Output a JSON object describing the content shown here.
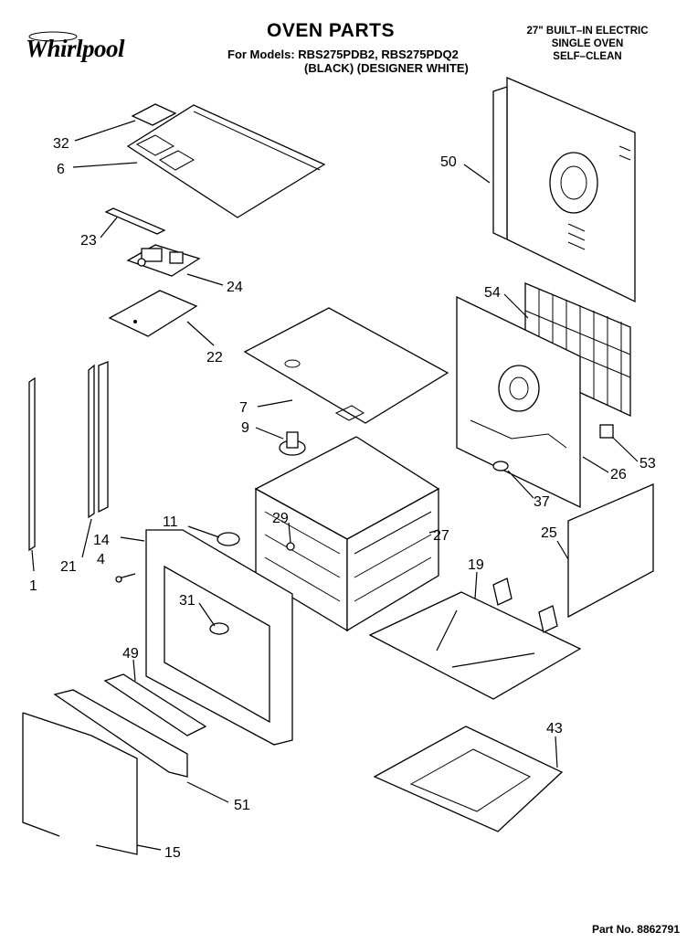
{
  "header": {
    "brand": "Whirlpool",
    "title": "OVEN PARTS",
    "models_line": "For Models: RBS275PDB2, RBS275PDQ2",
    "colors_line": "(BLACK)  (DESIGNER WHITE)",
    "oven_type": "27\" BUILT–IN ELECTRIC",
    "oven_subtype": "SINGLE OVEN",
    "oven_clean": "SELF–CLEAN"
  },
  "footer": {
    "part_no": "Part No. 8862791"
  },
  "callouts": [
    {
      "id": "c32",
      "label": "32"
    },
    {
      "id": "c6",
      "label": "6"
    },
    {
      "id": "c23",
      "label": "23"
    },
    {
      "id": "c24",
      "label": "24"
    },
    {
      "id": "c22",
      "label": "22"
    },
    {
      "id": "c50",
      "label": "50"
    },
    {
      "id": "c54",
      "label": "54"
    },
    {
      "id": "c7",
      "label": "7"
    },
    {
      "id": "c9",
      "label": "9"
    },
    {
      "id": "c53",
      "label": "53"
    },
    {
      "id": "c26",
      "label": "26"
    },
    {
      "id": "c37",
      "label": "37"
    },
    {
      "id": "c11",
      "label": "11"
    },
    {
      "id": "c29",
      "label": "29"
    },
    {
      "id": "c27",
      "label": "27"
    },
    {
      "id": "c25",
      "label": "25"
    },
    {
      "id": "c14",
      "label": "14"
    },
    {
      "id": "c4",
      "label": "4"
    },
    {
      "id": "c21",
      "label": "21"
    },
    {
      "id": "c1",
      "label": "1"
    },
    {
      "id": "c19",
      "label": "19"
    },
    {
      "id": "c31",
      "label": "31"
    },
    {
      "id": "c49",
      "label": "49"
    },
    {
      "id": "c43",
      "label": "43"
    },
    {
      "id": "c51",
      "label": "51"
    },
    {
      "id": "c15",
      "label": "15"
    }
  ]
}
